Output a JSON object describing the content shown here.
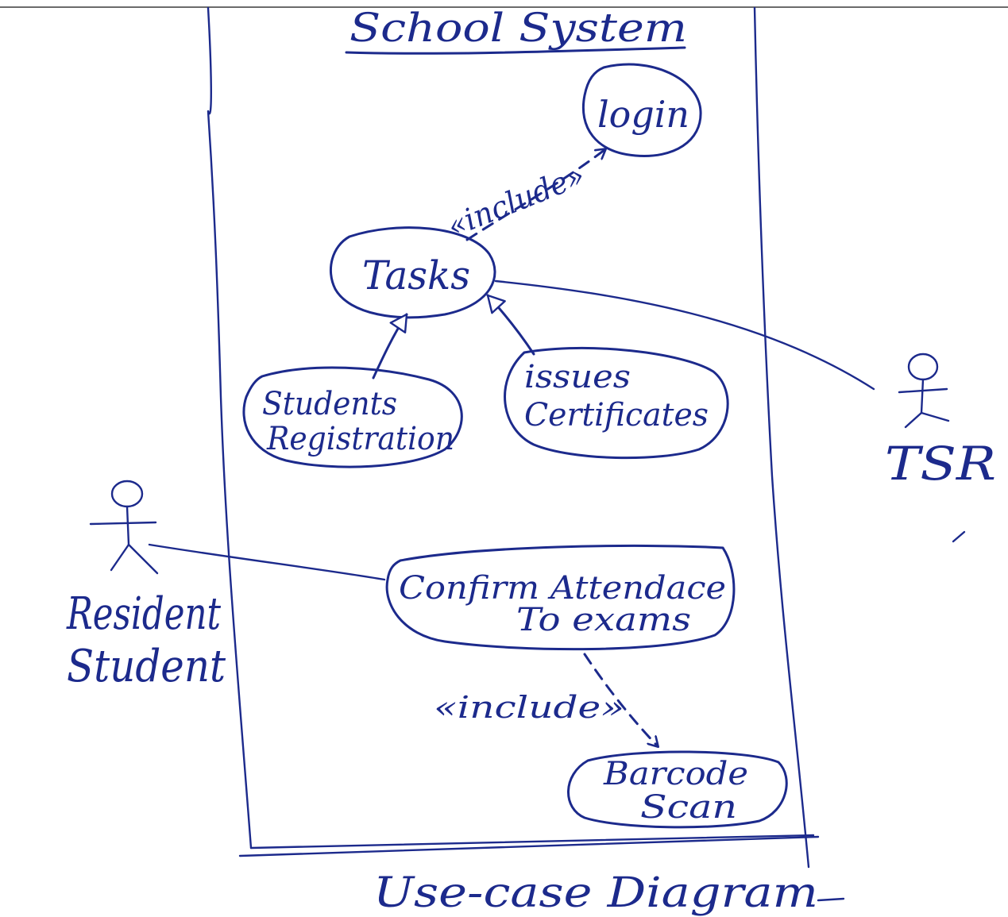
{
  "system": {
    "title": "School System",
    "caption": "Use-case Diagram"
  },
  "use_cases": {
    "login": "login",
    "tasks": "Tasks",
    "students_registration": [
      "Students",
      "Registration"
    ],
    "issues_certificates": [
      "issues",
      "Certificates"
    ],
    "confirm_attendance": [
      "Confirm Attendace",
      "To exams"
    ],
    "barcode_scan": [
      "Barcode",
      "Scan"
    ]
  },
  "actors": {
    "tsr": "TSR",
    "resident_student": [
      "Resident",
      "Student"
    ]
  },
  "relations": {
    "include_top": "«include»",
    "include_bottom": "«include»"
  }
}
